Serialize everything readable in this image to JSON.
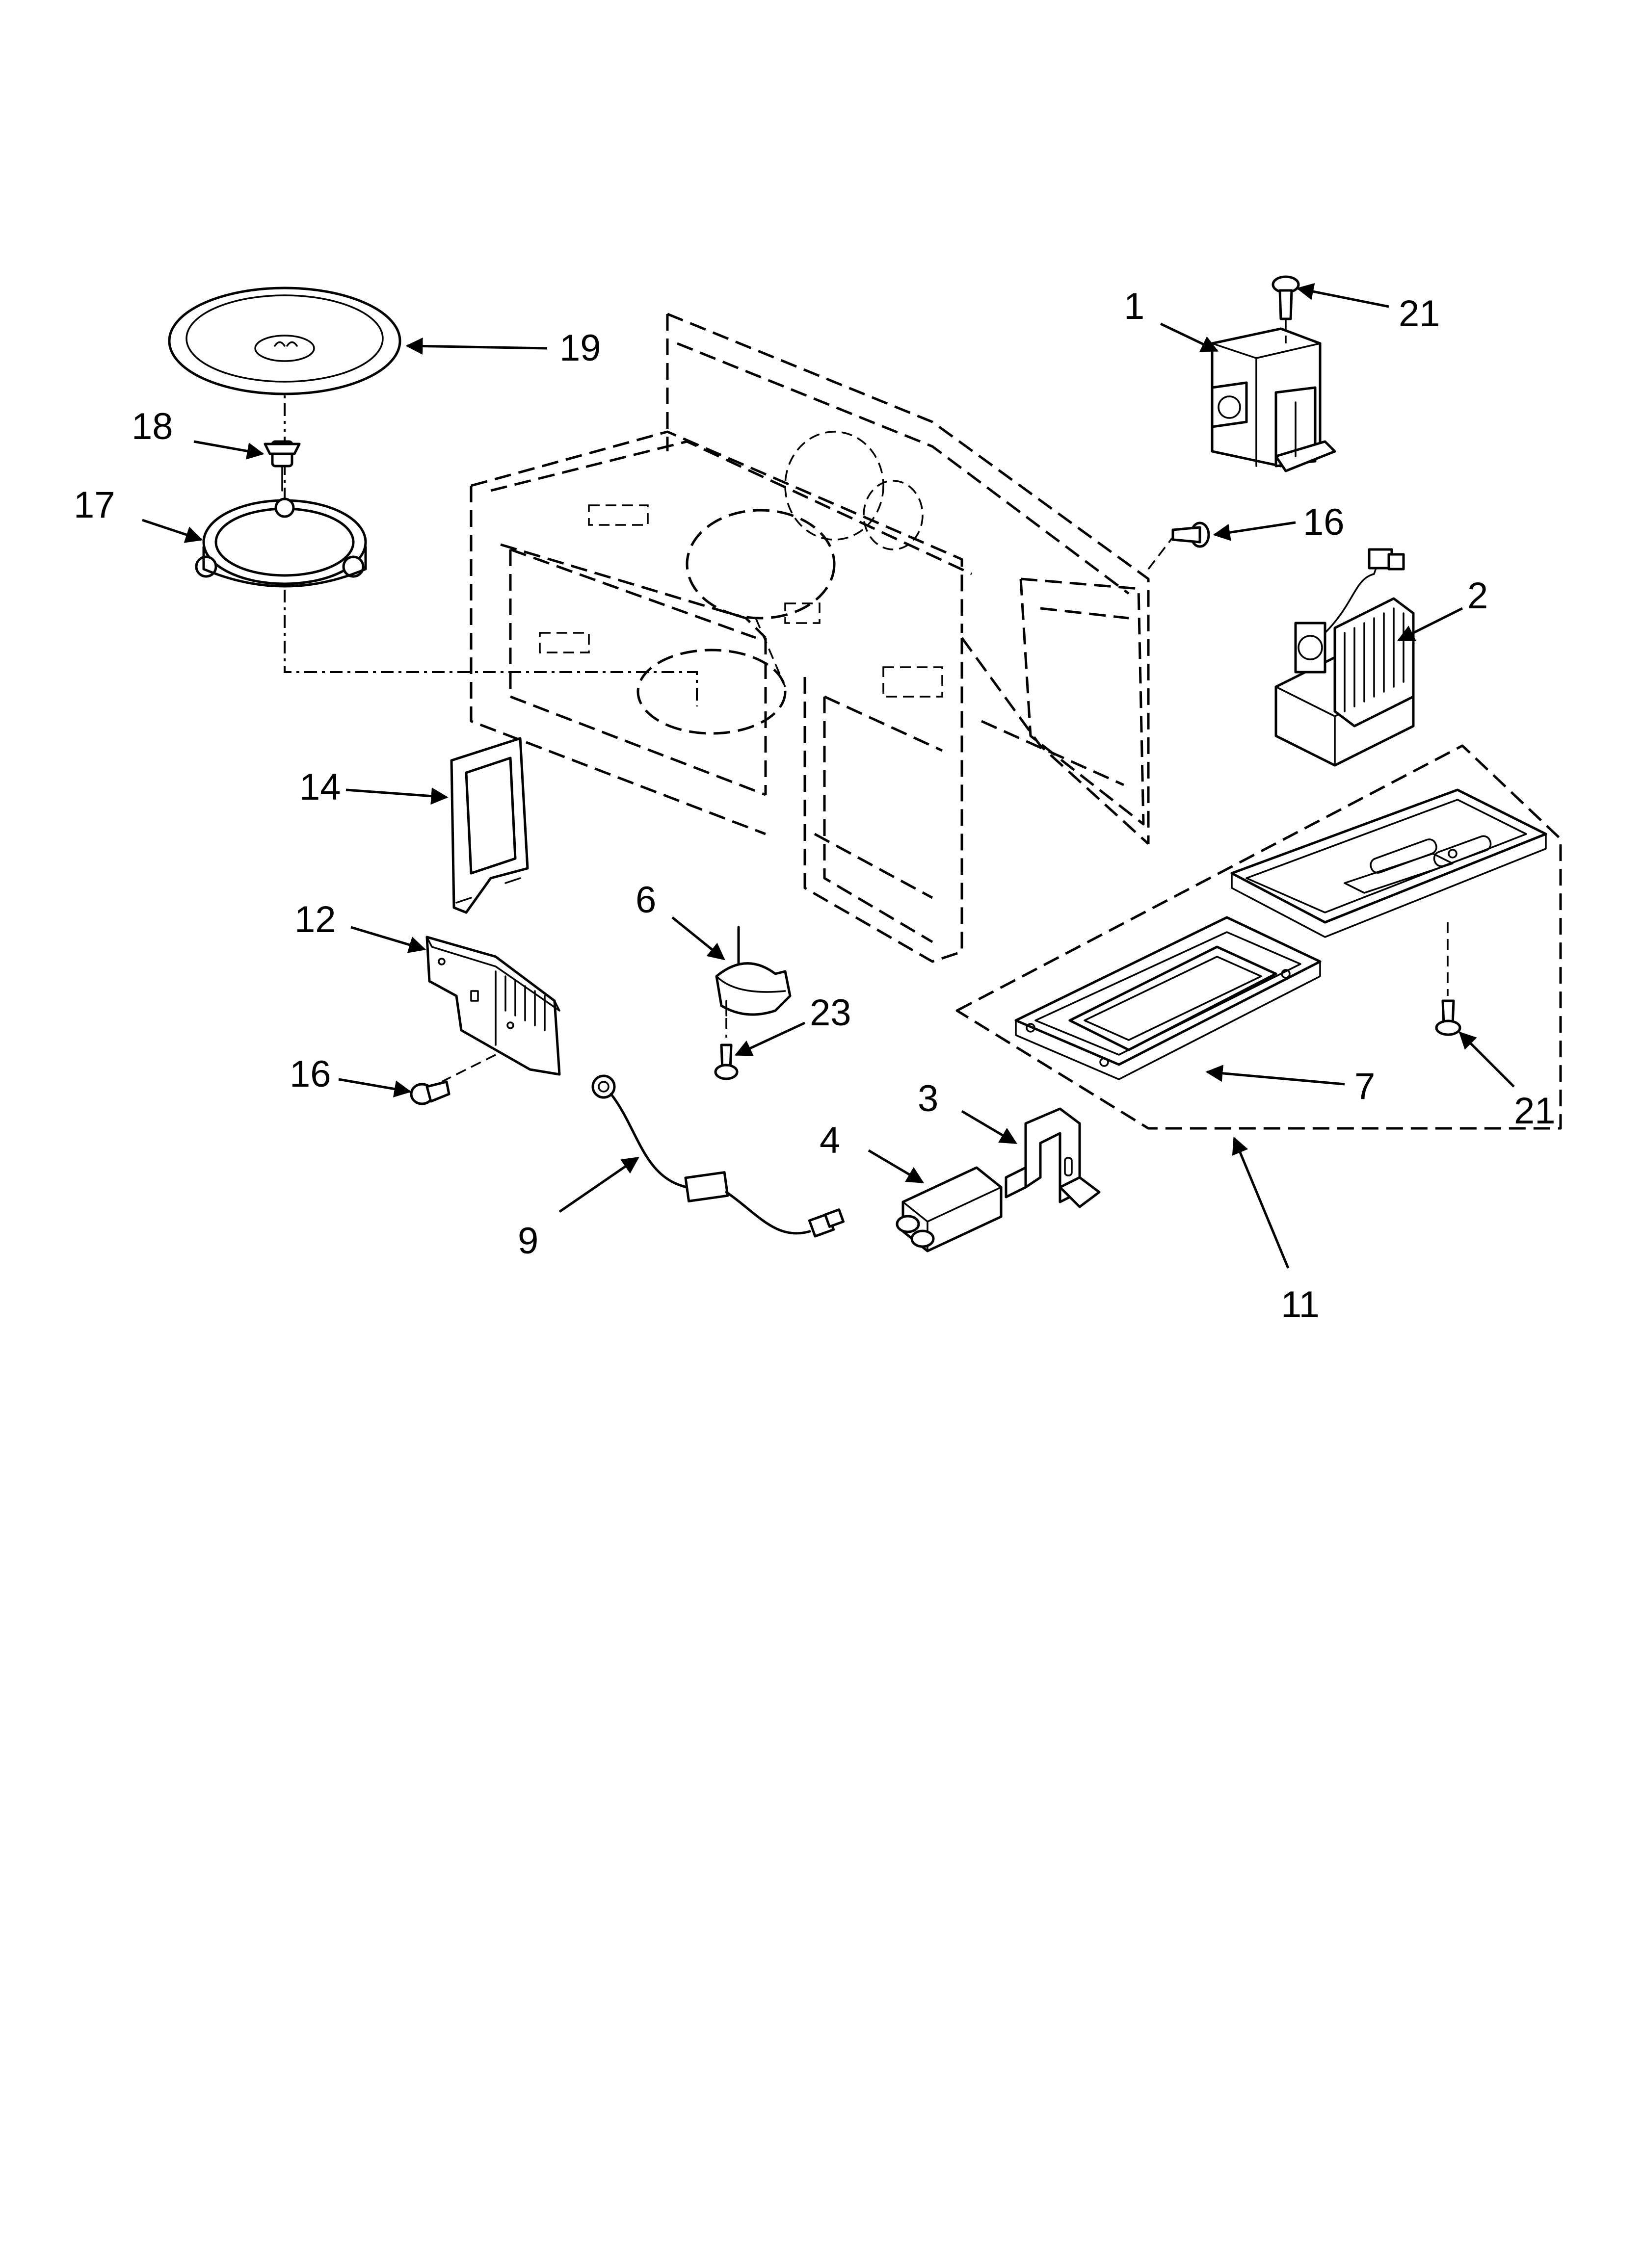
{
  "callouts": {
    "c1": "1",
    "c2": "2",
    "c3": "3",
    "c4": "4",
    "c6": "6",
    "c7": "7",
    "c9": "9",
    "c11": "11",
    "c12": "12",
    "c14": "14",
    "c16a": "16",
    "c16b": "16",
    "c17": "17",
    "c18": "18",
    "c19": "19",
    "c21a": "21",
    "c21b": "21",
    "c23": "23"
  }
}
